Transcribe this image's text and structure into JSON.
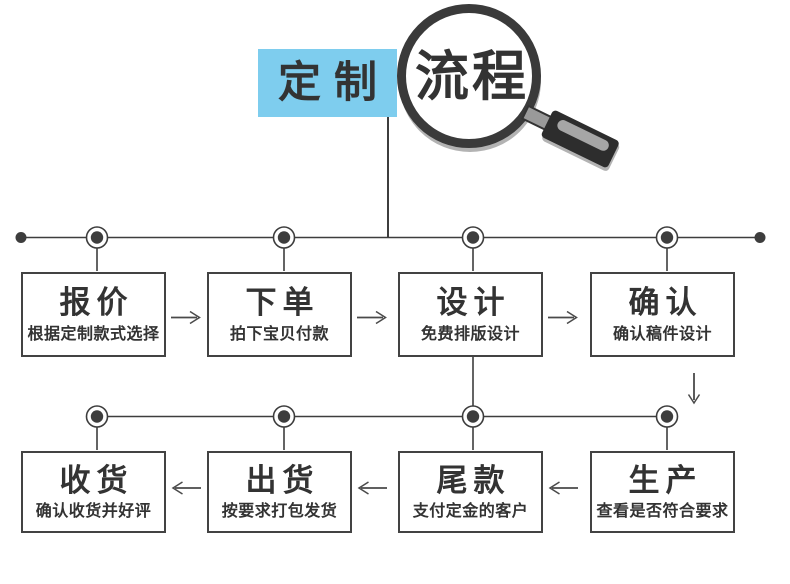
{
  "title": {
    "highlight_text": "定制",
    "lens_text": "流程",
    "icon": "magnifier-icon"
  },
  "colors": {
    "highlight_bg": "#7ecdee",
    "ink": "#333333",
    "line": "#3d3d3d",
    "handle_dark": "#2d2d2d",
    "handle_stripe": "#a6a6a6"
  },
  "flow": {
    "row1": {
      "direction": "right",
      "steps": [
        {
          "title": "报价",
          "subtitle": "根据定制款式选择"
        },
        {
          "title": "下单",
          "subtitle": "拍下宝贝付款"
        },
        {
          "title": "设计",
          "subtitle": "免费排版设计"
        },
        {
          "title": "确认",
          "subtitle": "确认稿件设计"
        }
      ]
    },
    "row2": {
      "direction": "left",
      "steps": [
        {
          "title": "收货",
          "subtitle": "确认收货并好评"
        },
        {
          "title": "出货",
          "subtitle": "按要求打包发货"
        },
        {
          "title": "尾款",
          "subtitle": "支付定金的客户"
        },
        {
          "title": "生产",
          "subtitle": "查看是否符合要求"
        }
      ]
    }
  }
}
